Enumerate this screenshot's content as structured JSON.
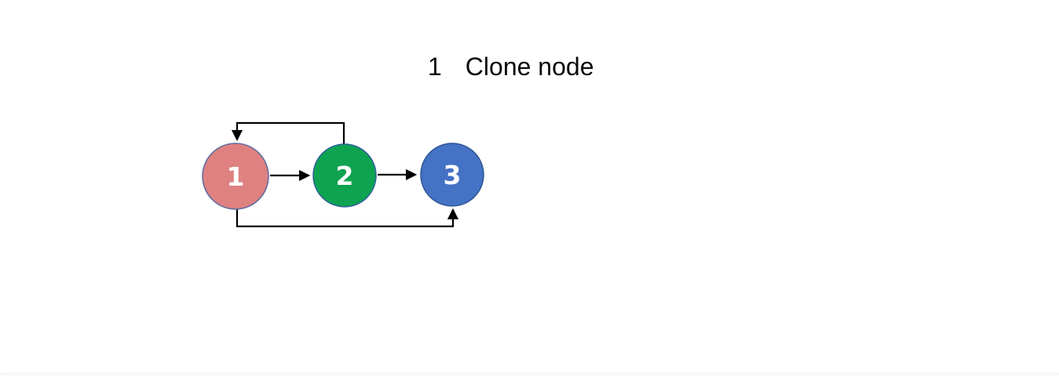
{
  "page": {
    "background": "#ffffff"
  },
  "title": {
    "number": "1",
    "label": "Clone node"
  },
  "diagram": {
    "kind": "linked-node-graph",
    "edge_color": "#000000",
    "nodes": [
      {
        "id": "1",
        "label": "1",
        "fill": "#df8181",
        "stroke": "#5b6b9e"
      },
      {
        "id": "2",
        "label": "2",
        "fill": "#0ea350",
        "stroke": "#2e5f9e"
      },
      {
        "id": "3",
        "label": "3",
        "fill": "#4472c4",
        "stroke": "#2f5597"
      }
    ],
    "edges": [
      {
        "from": "1",
        "to": "2",
        "shape": "straight"
      },
      {
        "from": "2",
        "to": "3",
        "shape": "straight"
      },
      {
        "from": "2",
        "to": "1",
        "shape": "elbow-over-top"
      },
      {
        "from": "1",
        "to": "3",
        "shape": "elbow-under-bottom"
      }
    ]
  },
  "footer": {
    "divider_color": "#e4e4e4"
  }
}
